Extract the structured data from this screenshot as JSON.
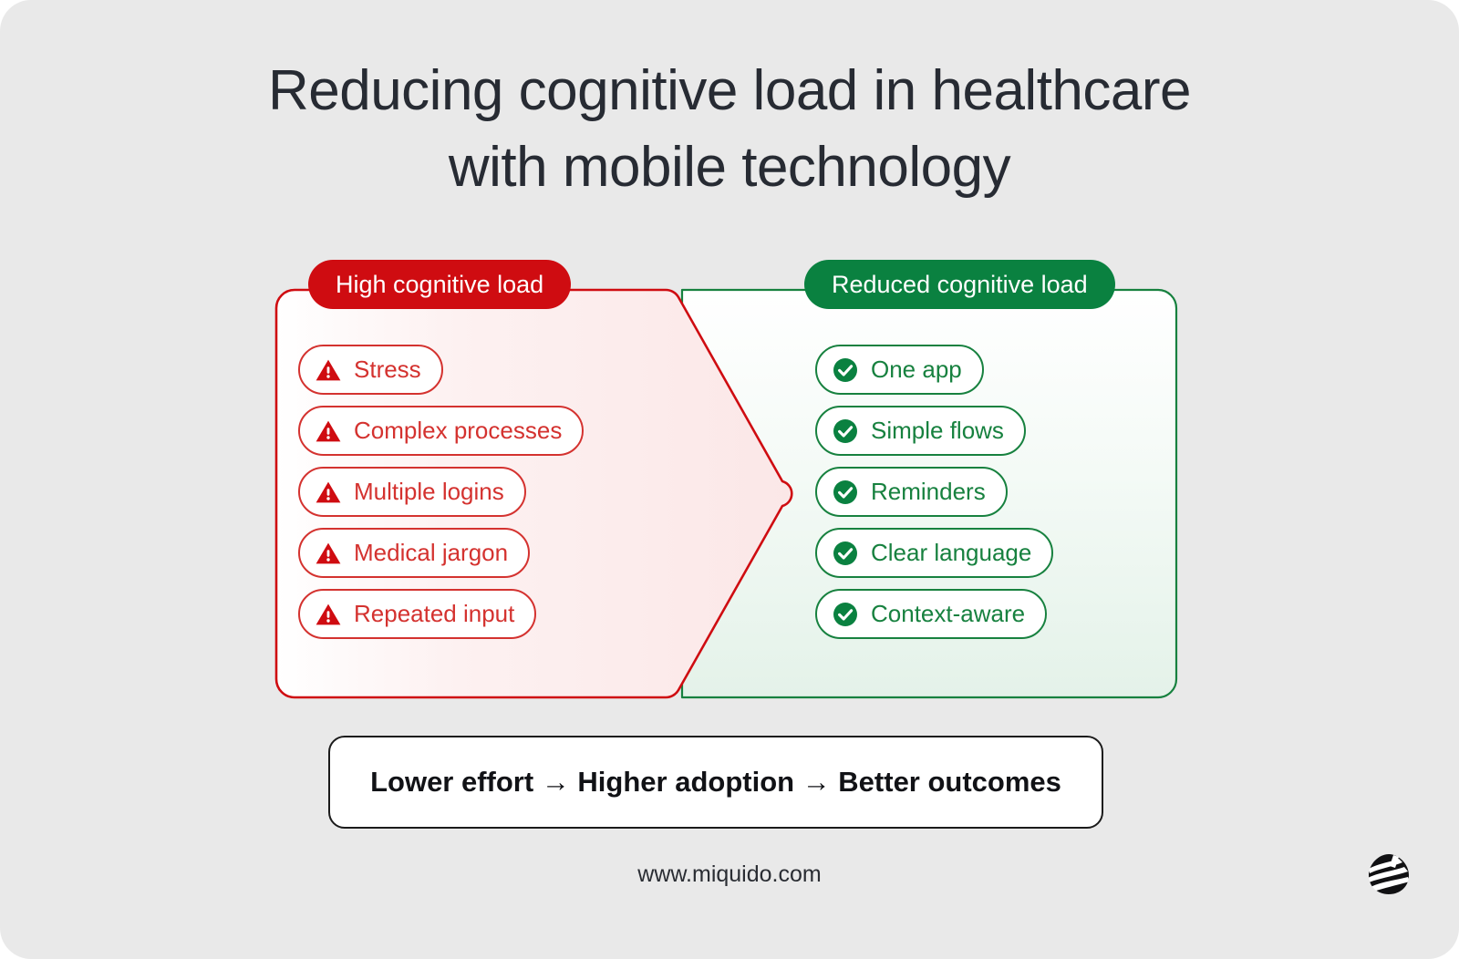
{
  "page": {
    "background_color": "#e9e9e9",
    "title": "Reducing cognitive load in healthcare\nwith mobile technology"
  },
  "comparison": {
    "left": {
      "header_label": "High cognitive load",
      "accent_color": "#cf0c11",
      "border_color": "#d4322f",
      "icon_name": "warning-triangle-icon",
      "items": [
        {
          "label": "Stress"
        },
        {
          "label": "Complex processes"
        },
        {
          "label": "Multiple logins"
        },
        {
          "label": "Medical jargon"
        },
        {
          "label": "Repeated input"
        }
      ]
    },
    "right": {
      "header_label": "Reduced cognitive load",
      "accent_color": "#0a8140",
      "border_color": "#17813f",
      "icon_name": "check-circle-icon",
      "items": [
        {
          "label": "One app"
        },
        {
          "label": "Simple flows"
        },
        {
          "label": "Reminders"
        },
        {
          "label": "Clear language"
        },
        {
          "label": "Context-aware"
        }
      ]
    }
  },
  "outcome_banner": {
    "text": "Lower effort → Higher adoption → Better outcomes"
  },
  "footer": {
    "url": "www.miquido.com",
    "logo_name": "miquido-logo"
  }
}
